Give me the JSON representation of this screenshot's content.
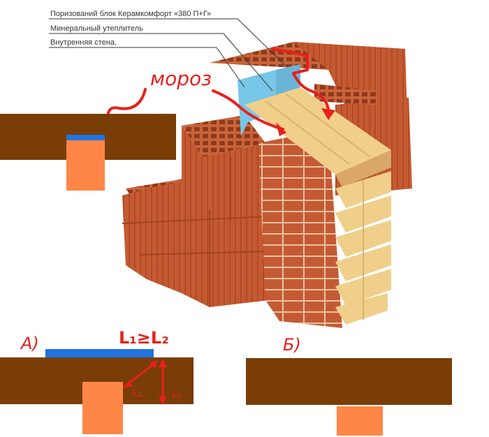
{
  "callouts": [
    {
      "text": "Поризований  блок Керамкомфорт  «380   П+Г»"
    },
    {
      "text": "Минеральный утеплитель"
    },
    {
      "text": "Внутренняя стена."
    }
  ],
  "frost_label": "мороз",
  "variant_a": {
    "label": "А)",
    "inequality": "L₁≥L₂",
    "l1": "L₁",
    "l2": "L₂"
  },
  "variant_b": {
    "label": "Б)"
  },
  "colors": {
    "wall_brown": "#7a3d06",
    "insulation_blue": "#1f74e0",
    "wall_orange": "#ff8646",
    "brick_red": "#c4562e",
    "facing_tan": "#f0cf8a",
    "insulation_cyan": "#78c6e8",
    "annotation_red": "#e8201c"
  }
}
